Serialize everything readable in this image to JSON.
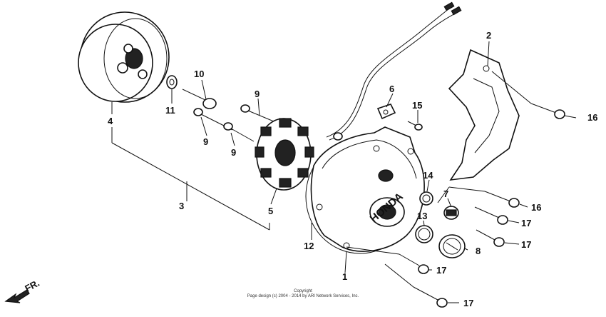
{
  "callouts": {
    "c1": "1",
    "c2": "2",
    "c3": "3",
    "c4": "4",
    "c5": "5",
    "c6": "6",
    "c7": "7",
    "c8": "8",
    "c9a": "9",
    "c9b": "9",
    "c9c": "9",
    "c10": "10",
    "c11": "11",
    "c12": "12",
    "c13": "13",
    "c14": "14",
    "c15": "15",
    "c16a": "16",
    "c16b": "16",
    "c17a": "17",
    "c17b": "17",
    "c17c": "17",
    "c17d": "17"
  },
  "cover_brand": "HONDA",
  "front_indicator": "FR.",
  "copyright": {
    "line1": "Copyright",
    "line2": "Page design (c) 2004 - 2014 by ARI Network Services, Inc."
  }
}
